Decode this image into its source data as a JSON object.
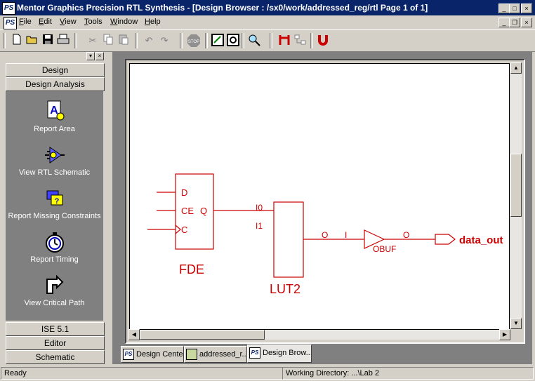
{
  "window": {
    "app_icon": "PS",
    "title": "Mentor Graphics Precision RTL Synthesis - [Design Browser : /sx0/work/addressed_reg/rtl Page 1 of 1]",
    "controls": {
      "minimize": "_",
      "maximize": "□",
      "close": "×"
    }
  },
  "menubar": {
    "doc_icon": "PS",
    "items": [
      {
        "key": "F",
        "rest": "ile"
      },
      {
        "key": "E",
        "rest": "dit"
      },
      {
        "key": "V",
        "rest": "iew"
      },
      {
        "key": "T",
        "rest": "ools"
      },
      {
        "key": "W",
        "rest": "indow"
      },
      {
        "key": "H",
        "rest": "elp"
      }
    ],
    "doc_controls": {
      "minimize": "_",
      "restore": "❐",
      "close": "×"
    }
  },
  "toolbar": {
    "buttons": [
      "new-icon",
      "open-icon",
      "save-icon",
      "print-icon",
      "cut-icon",
      "copy-icon",
      "paste-icon",
      "undo-icon",
      "redo-icon",
      "stop-icon",
      "schematic-icon",
      "query-icon",
      "zoom-icon",
      "flag-icon",
      "hierarchy-icon",
      "magnet-icon"
    ],
    "stop_label": "STOP"
  },
  "sidebar": {
    "header_controls": {
      "menu": "▾",
      "close": "×"
    },
    "sections_top": [
      "Design",
      "Design Analysis"
    ],
    "tools": [
      {
        "label": "Report Area",
        "icon": "report-area-icon"
      },
      {
        "label": "View RTL Schematic",
        "icon": "rtl-schematic-icon"
      },
      {
        "label": "Report Missing Constraints",
        "icon": "missing-constraints-icon"
      },
      {
        "label": "Report Timing",
        "icon": "timing-icon"
      },
      {
        "label": "View Critical Path",
        "icon": "critical-path-icon"
      }
    ],
    "sections_bottom": [
      "ISE 5.1",
      "Editor",
      "Schematic"
    ]
  },
  "schematic": {
    "fde": {
      "name": "FDE",
      "pins": {
        "d": "D",
        "ce": "CE",
        "q": "Q",
        "c": "C"
      }
    },
    "lut": {
      "name": "LUT2",
      "pins": {
        "i0": "I0",
        "i1": "I1",
        "o": "O"
      }
    },
    "obuf": {
      "name": "OBUF",
      "pins": {
        "i": "I",
        "o": "O"
      }
    },
    "output_port": "data_out",
    "color": "#cc0000"
  },
  "tabs": [
    {
      "label": "Design Center",
      "active": false
    },
    {
      "label": "addressed_r...",
      "active": false
    },
    {
      "label": "Design Brow...",
      "active": true
    }
  ],
  "status": {
    "left": "Ready",
    "directory": "Working Directory: ...\\Lab 2"
  }
}
